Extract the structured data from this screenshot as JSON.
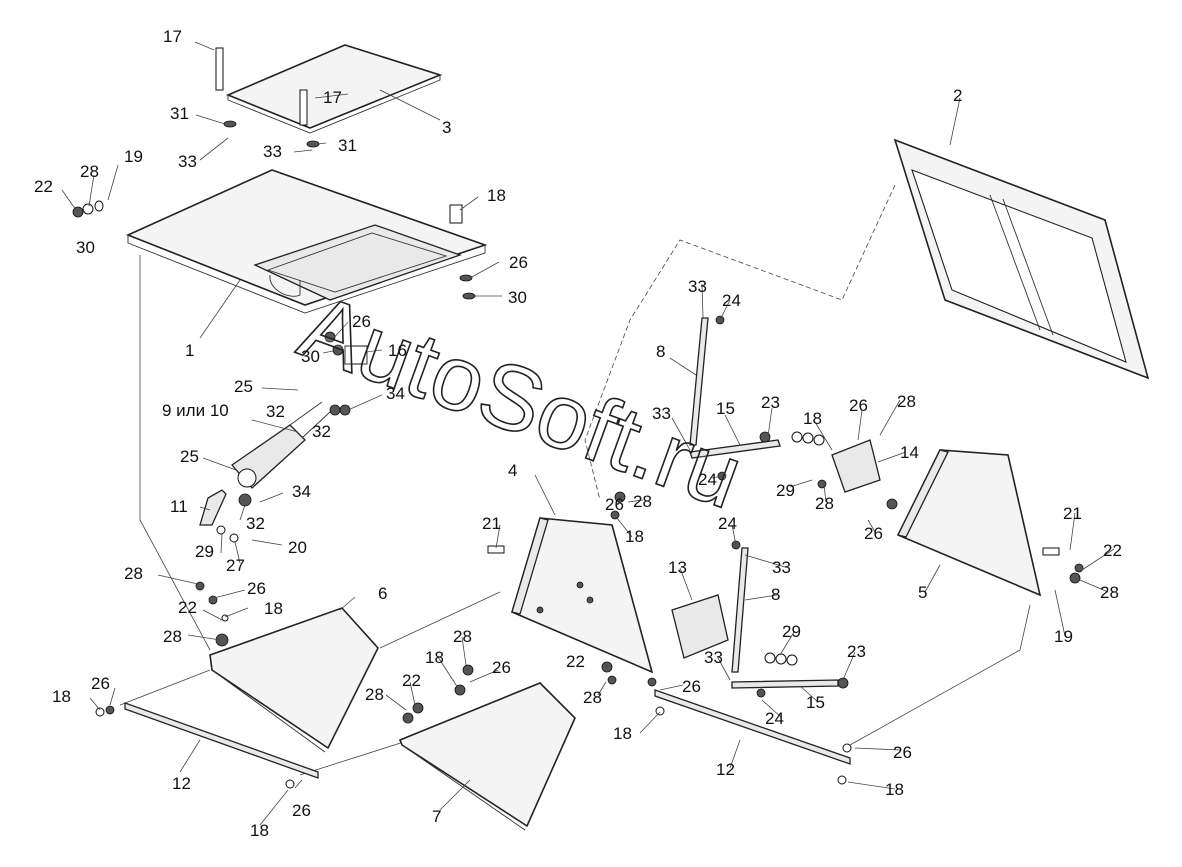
{
  "watermark": "AutoSoft.ru",
  "callouts": [
    {
      "id": "c17a",
      "text": "17"
    },
    {
      "id": "c17b",
      "text": "17"
    },
    {
      "id": "c3",
      "text": "3"
    },
    {
      "id": "c31a",
      "text": "31"
    },
    {
      "id": "c31b",
      "text": "31"
    },
    {
      "id": "c33a",
      "text": "33"
    },
    {
      "id": "c33b",
      "text": "33"
    },
    {
      "id": "c19a",
      "text": "19"
    },
    {
      "id": "c28a",
      "text": "28"
    },
    {
      "id": "c22a",
      "text": "22"
    },
    {
      "id": "c30a",
      "text": "30"
    },
    {
      "id": "c18a",
      "text": "18"
    },
    {
      "id": "c26a",
      "text": "26"
    },
    {
      "id": "c30b",
      "text": "30"
    },
    {
      "id": "c1",
      "text": "1"
    },
    {
      "id": "c26b",
      "text": "26"
    },
    {
      "id": "c30c",
      "text": "30"
    },
    {
      "id": "c16",
      "text": "16"
    },
    {
      "id": "c25a",
      "text": "25"
    },
    {
      "id": "c34a",
      "text": "34"
    },
    {
      "id": "c9or10",
      "text": "9 или 10"
    },
    {
      "id": "c32a",
      "text": "32"
    },
    {
      "id": "c32b",
      "text": "32"
    },
    {
      "id": "c25b",
      "text": "25"
    },
    {
      "id": "c34b",
      "text": "34"
    },
    {
      "id": "c11",
      "text": "11"
    },
    {
      "id": "c32c",
      "text": "32"
    },
    {
      "id": "c29a",
      "text": "29"
    },
    {
      "id": "c27",
      "text": "27"
    },
    {
      "id": "c20",
      "text": "20"
    },
    {
      "id": "c28b",
      "text": "28"
    },
    {
      "id": "c26c",
      "text": "26"
    },
    {
      "id": "c22b",
      "text": "22"
    },
    {
      "id": "c18b",
      "text": "18"
    },
    {
      "id": "c28c",
      "text": "28"
    },
    {
      "id": "c6",
      "text": "6"
    },
    {
      "id": "c18c",
      "text": "18"
    },
    {
      "id": "c26d",
      "text": "26"
    },
    {
      "id": "c12a",
      "text": "12"
    },
    {
      "id": "c18d",
      "text": "18"
    },
    {
      "id": "c26e",
      "text": "26"
    },
    {
      "id": "c28d",
      "text": "28"
    },
    {
      "id": "c18e",
      "text": "18"
    },
    {
      "id": "c26f",
      "text": "26"
    },
    {
      "id": "c28e",
      "text": "28"
    },
    {
      "id": "c22c",
      "text": "22"
    },
    {
      "id": "c7",
      "text": "7"
    },
    {
      "id": "c2",
      "text": "2"
    },
    {
      "id": "c33c",
      "text": "33"
    },
    {
      "id": "c24a",
      "text": "24"
    },
    {
      "id": "c8a",
      "text": "8"
    },
    {
      "id": "c33d",
      "text": "33"
    },
    {
      "id": "c15a",
      "text": "15"
    },
    {
      "id": "c23a",
      "text": "23"
    },
    {
      "id": "c18f",
      "text": "18"
    },
    {
      "id": "c26g",
      "text": "26"
    },
    {
      "id": "c28f",
      "text": "28"
    },
    {
      "id": "c14",
      "text": "14"
    },
    {
      "id": "c24b",
      "text": "24"
    },
    {
      "id": "c29b",
      "text": "29"
    },
    {
      "id": "c28g",
      "text": "28"
    },
    {
      "id": "c26h",
      "text": "26"
    },
    {
      "id": "c4",
      "text": "4"
    },
    {
      "id": "c26i",
      "text": "26"
    },
    {
      "id": "c28h",
      "text": "28"
    },
    {
      "id": "c18g",
      "text": "18"
    },
    {
      "id": "c21a",
      "text": "21"
    },
    {
      "id": "c13",
      "text": "13"
    },
    {
      "id": "c24c",
      "text": "24"
    },
    {
      "id": "c33e",
      "text": "33"
    },
    {
      "id": "c8b",
      "text": "8"
    },
    {
      "id": "c29c",
      "text": "29"
    },
    {
      "id": "c33f",
      "text": "33"
    },
    {
      "id": "c23b",
      "text": "23"
    },
    {
      "id": "c22d",
      "text": "22"
    },
    {
      "id": "c28i",
      "text": "28"
    },
    {
      "id": "c26j",
      "text": "26"
    },
    {
      "id": "c15b",
      "text": "15"
    },
    {
      "id": "c24d",
      "text": "24"
    },
    {
      "id": "c18h",
      "text": "18"
    },
    {
      "id": "c12b",
      "text": "12"
    },
    {
      "id": "c26k",
      "text": "26"
    },
    {
      "id": "c18i",
      "text": "18"
    },
    {
      "id": "c21b",
      "text": "21"
    },
    {
      "id": "c22e",
      "text": "22"
    },
    {
      "id": "c28j",
      "text": "28"
    },
    {
      "id": "c5",
      "text": "5"
    },
    {
      "id": "c19b",
      "text": "19"
    }
  ]
}
